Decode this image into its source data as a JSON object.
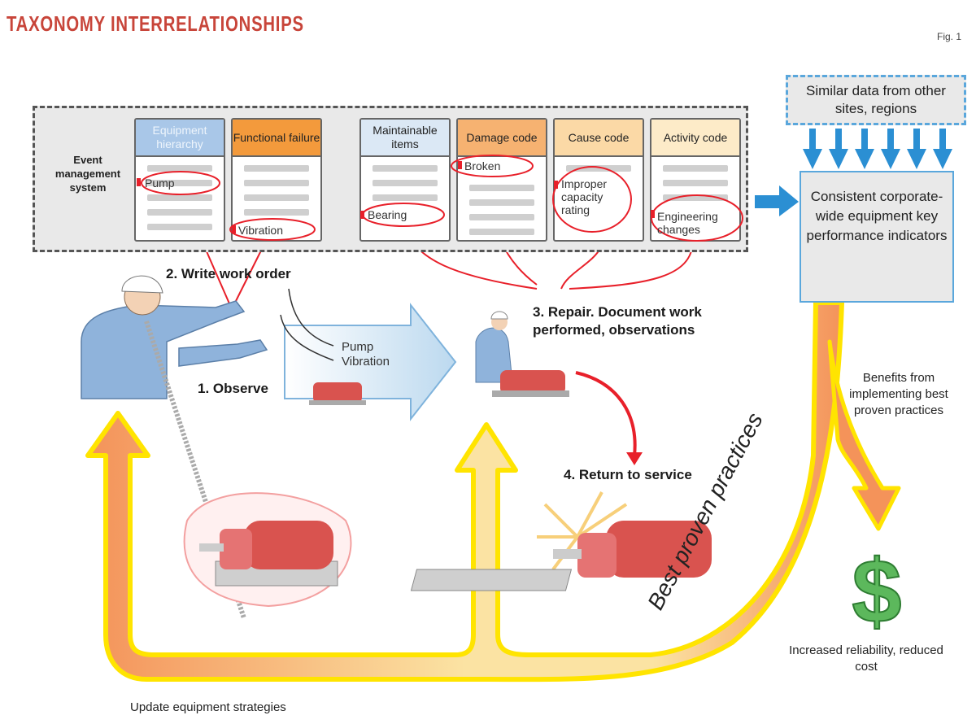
{
  "header": {
    "title": "Taxonomy interrelationships",
    "figure_label": "Fig. 1"
  },
  "event_management_system": {
    "label": "Event management system",
    "columns": [
      {
        "header": "Equipment hierarchy",
        "header_color": "#a9c7e8",
        "selected_value": "Pump"
      },
      {
        "header": "Functional failure",
        "header_color": "#f39a3c",
        "selected_value": "Vibration"
      },
      {
        "header": "Maintainable items",
        "header_color": "#dbe8f5",
        "selected_value": "Bearing"
      },
      {
        "header": "Damage code",
        "header_color": "#f6b271",
        "selected_value": "Broken"
      },
      {
        "header": "Cause code",
        "header_color": "#fbd9a6",
        "selected_value": "Improper capacity rating"
      },
      {
        "header": "Activity code",
        "header_color": "#fdebc8",
        "selected_value": "Engineering changes"
      }
    ]
  },
  "kpi": {
    "source_label": "Similar data from other sites, regions",
    "box_label": "Consistent corporate-wide equipment key performance indicators"
  },
  "steps": {
    "observe": "1. Observe",
    "write_work_order": "2. Write work order",
    "repair": "3. Repair. Document work performed, observations",
    "return_to_service": "4. Return to service"
  },
  "work_order_values": [
    "Pump",
    "Vibration"
  ],
  "notes": {
    "benefits": "Benefits from implementing best proven practices",
    "outcome": "Increased reliability, reduced cost",
    "update": "Update equipment strategies",
    "best_proven_practices": "Best proven practices"
  },
  "icons": {
    "dollar": "$"
  },
  "colors": {
    "title": "#c8453a",
    "link_red": "#e8202a",
    "flow_blue": "#2b8fd3",
    "arrow_orange": "#f4935a",
    "arrow_yellow": "#ffe400",
    "dollar_green": "#5cb85c"
  }
}
